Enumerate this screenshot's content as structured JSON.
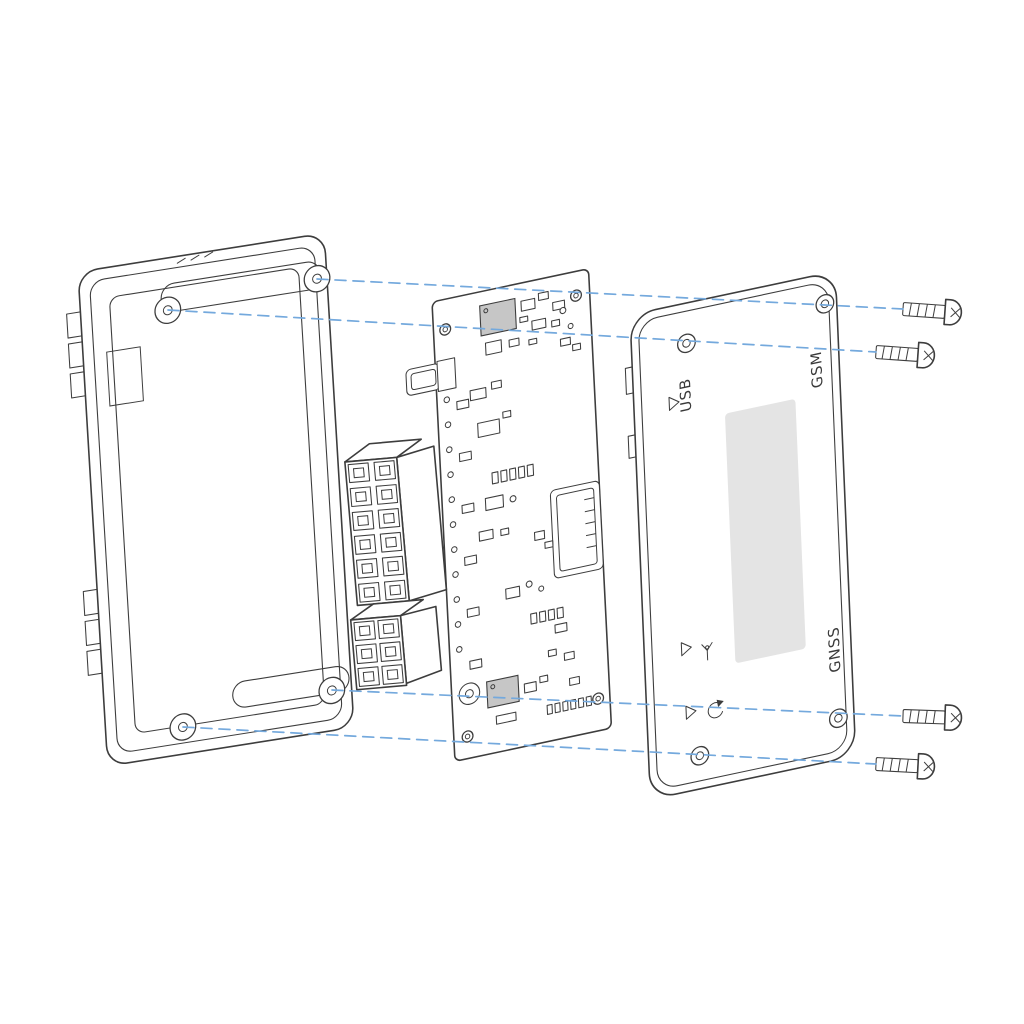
{
  "diagram": {
    "kind": "exploded-assembly-view",
    "parts": [
      "bottom-case",
      "pin-connector-12",
      "pin-connector-6",
      "circuit-board",
      "sim-card-holder",
      "micro-usb-connector",
      "top-cover",
      "mounting-screws"
    ],
    "screw_count": 4,
    "guide_line_count": 4
  },
  "cover": {
    "labels": {
      "usb": "USB",
      "gsm": "GSM",
      "gnss": "GNSS"
    },
    "icons": [
      "triangle-marker",
      "antenna-icon",
      "refresh-icon"
    ]
  },
  "colors": {
    "outline": "#3d3d3d",
    "guide": "#74a9dd",
    "plate": "#e4e4e4",
    "chip": "#c6c6c6",
    "bg": "#ffffff"
  }
}
